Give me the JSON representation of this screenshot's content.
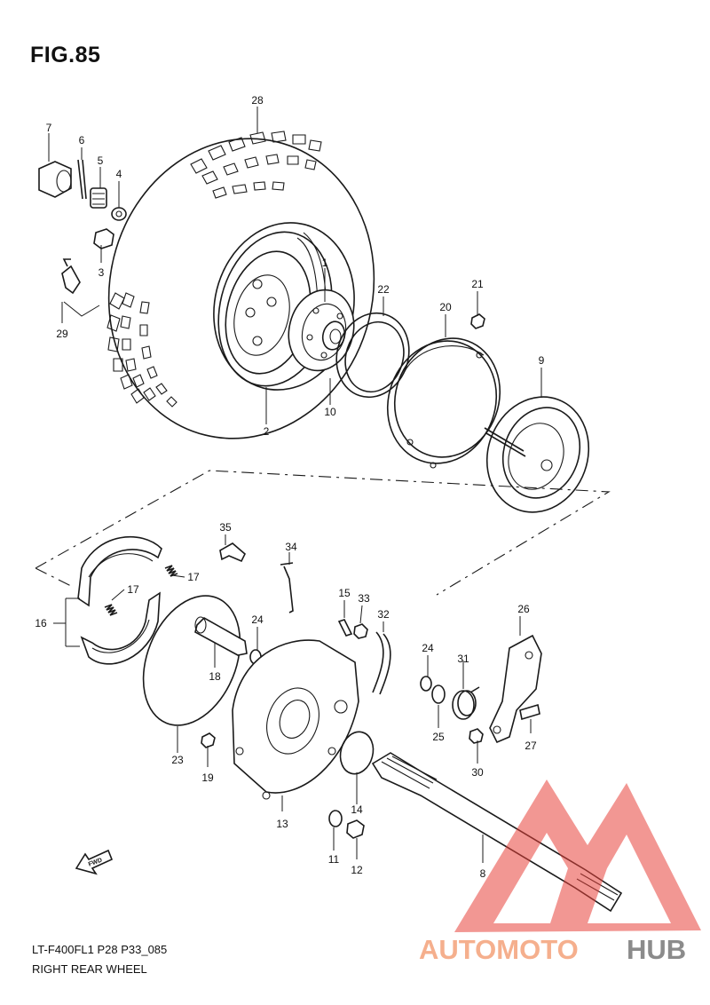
{
  "figure": {
    "title": "FIG.85",
    "code": "LT-F400FL1 P28 P33_085",
    "name": "RIGHT REAR WHEEL"
  },
  "fwd_label": "FWD",
  "callouts": [
    "1",
    "2",
    "3",
    "4",
    "5",
    "6",
    "7",
    "8",
    "9",
    "10",
    "11",
    "12",
    "13",
    "14",
    "15",
    "16",
    "17",
    "17",
    "18",
    "19",
    "20",
    "21",
    "22",
    "23",
    "24",
    "24",
    "25",
    "26",
    "27",
    "28",
    "29",
    "30",
    "31",
    "32",
    "33",
    "34",
    "35"
  ],
  "watermark": {
    "part1": "AUTOMOTO",
    "part2": "HUB",
    "color1": "#f4a27a",
    "color2": "#777777",
    "logo_color": "#e8423a"
  }
}
